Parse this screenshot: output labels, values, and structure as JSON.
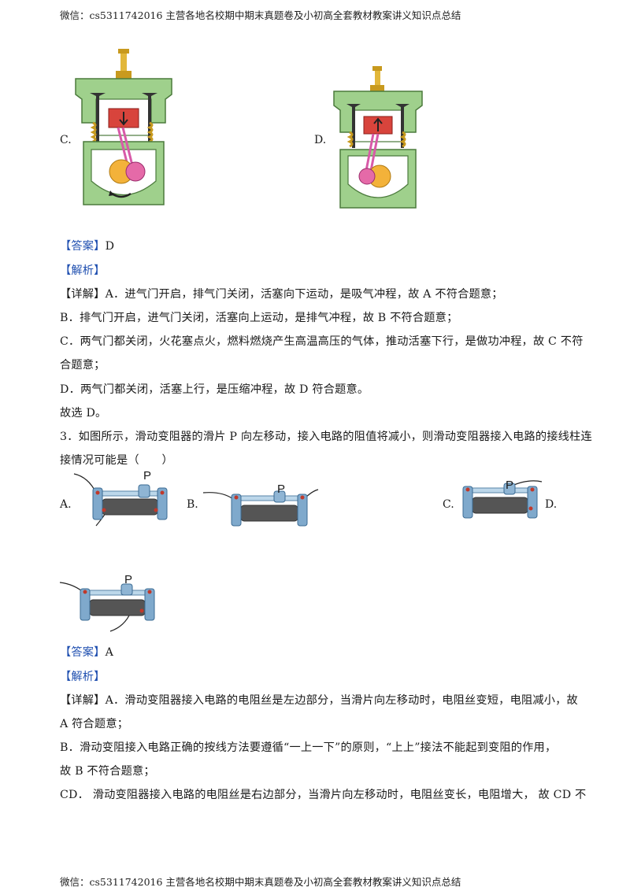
{
  "header_text": "微信：cs5311742016 主营各地名校期中期末真题卷及小初高全套教材教案讲义知识点总结",
  "footer_text": "微信：cs5311742016 主营各地名校期中期末真题卷及小初高全套教材教案讲义知识点总结",
  "q2": {
    "option_c": "C.",
    "option_d": "D.",
    "answer_tag": "【答案】",
    "answer_value": "D",
    "analysis_tag": "【解析】",
    "detail_tag": "【详解】",
    "line_a": "A．进气门开启，排气门关闭，活塞向下运动，是吸气冲程，故 A 不符合题意；",
    "line_b": "B．排气门开启，进气门关闭，活塞向上运动，是排气冲程，故 B 不符合题意；",
    "line_c1": "C．两气门都关闭，火花塞点火，燃料燃烧产生高温高压的气体，推动活塞下行，是做功冲程，故 C 不符",
    "line_c2": "合题意；",
    "line_d": "D．两气门都关闭，活塞上行，是压缩冲程，故 D 符合题意。",
    "conclusion": "故选 D。"
  },
  "q3": {
    "stem1": "3．如图所示，滑动变阻器的滑片 P 向左移动，接入电路的阻值将减小，则滑动变阻器接入电路的接线柱连",
    "stem2": "接情况可能是（　　）",
    "option_a": "A.",
    "option_b": "B.",
    "option_c": "C.",
    "option_d": "D.",
    "slider_label": "P",
    "answer_tag": "【答案】",
    "answer_value": "A",
    "analysis_tag": "【解析】",
    "detail_tag": "【详解】",
    "line_a1": "A．滑动变阻器接入电路的电阻丝是左边部分，当滑片向左移动时，电阻丝变短，电阻减小，故",
    "line_a2": "A 符合题意；",
    "line_b1": "B．滑动变阻接入电路正确的按线方法要遵循“一上一下”的原则，“上上”接法不能起到变阻的作用，",
    "line_b2": "故 B 不符合题意；",
    "line_cd": "CD．  滑动变阻器接入电路的电阻丝是右边部分，当滑片向左移动时，电阻丝变长，电阻增大，  故 CD 不"
  }
}
